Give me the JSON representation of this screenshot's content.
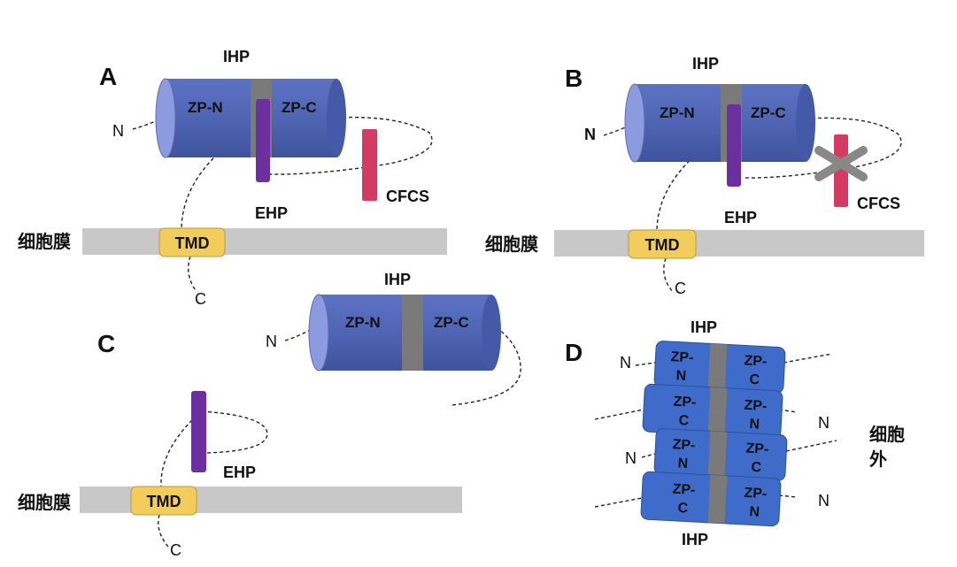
{
  "panels": {
    "A": {
      "letter": "A",
      "ihp": "IHP",
      "zp_n": "ZP-N",
      "zp_c": "ZP-C",
      "ehp": "EHP",
      "cfcs": "CFCS",
      "n_term": "N",
      "c_term": "C",
      "tmd": "TMD",
      "membrane": "细胞膜"
    },
    "B": {
      "letter": "B",
      "ihp": "IHP",
      "zp_n": "ZP-N",
      "zp_c": "ZP-C",
      "ehp": "EHP",
      "cfcs": "CFCS",
      "n_term": "N",
      "c_term": "C",
      "tmd": "TMD",
      "membrane": "细胞膜"
    },
    "C": {
      "letter": "C",
      "ihp": "IHP",
      "zp_n": "ZP-N",
      "zp_c": "ZP-C",
      "ehp": "EHP",
      "n_term": "N",
      "c_term": "C",
      "tmd": "TMD",
      "membrane": "细胞膜"
    },
    "D": {
      "letter": "D",
      "ihp_top": "IHP",
      "ihp_bottom": "IHP",
      "zp_n_top": "ZP-",
      "zp_n_bottom": "N",
      "zp_c_top": "ZP-",
      "zp_c_bottom": "C",
      "n_term": "N",
      "extracellular_line1": "细胞",
      "extracellular_line2": "外"
    }
  },
  "colors": {
    "domain_blue": "#4f65b4",
    "domain_cap": "#8c9be0",
    "d_blue": "#3f6ccb",
    "ihp_gray": "#7a7a7a",
    "ehp_purple": "#6b2fa0",
    "cfcs_red": "#d33b62",
    "tmd_yellow": "#f3cd5c",
    "membrane_gray": "#c8c8c8",
    "x_mark": "#888888"
  }
}
